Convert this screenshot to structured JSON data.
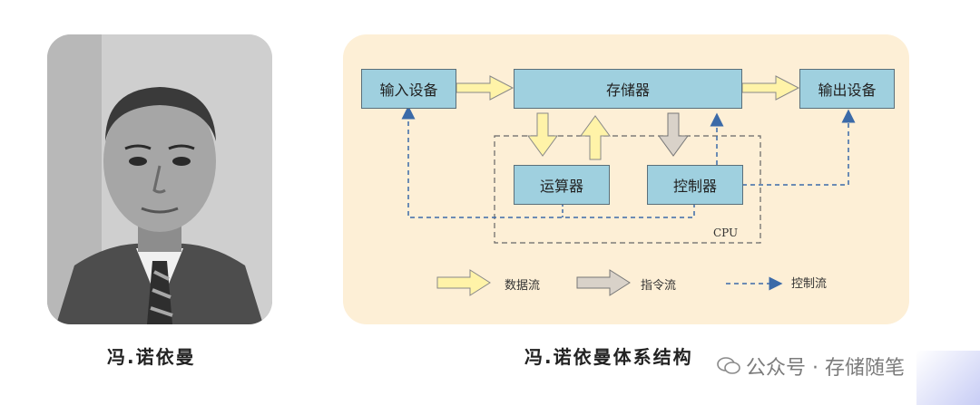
{
  "left": {
    "caption": "冯.诺依曼"
  },
  "diagram": {
    "boxes": {
      "input": "输入设备",
      "memory": "存储器",
      "output": "输出设备",
      "alu": "运算器",
      "control": "控制器"
    },
    "cpu_label": "CPU",
    "legend": {
      "data_flow": "数据流",
      "instruction_flow": "指令流",
      "control_flow": "控制流"
    }
  },
  "right": {
    "caption": "冯.诺依曼体系结构"
  },
  "watermark": {
    "text": "公众号 · 存储随笔"
  },
  "colors": {
    "box_fill": "#9fd0df",
    "data_arrow": "#fff3a8",
    "instr_arrow": "#d9d2c9",
    "control_dash": "#3b6aa8",
    "panel_bg": "#fdefd6"
  }
}
